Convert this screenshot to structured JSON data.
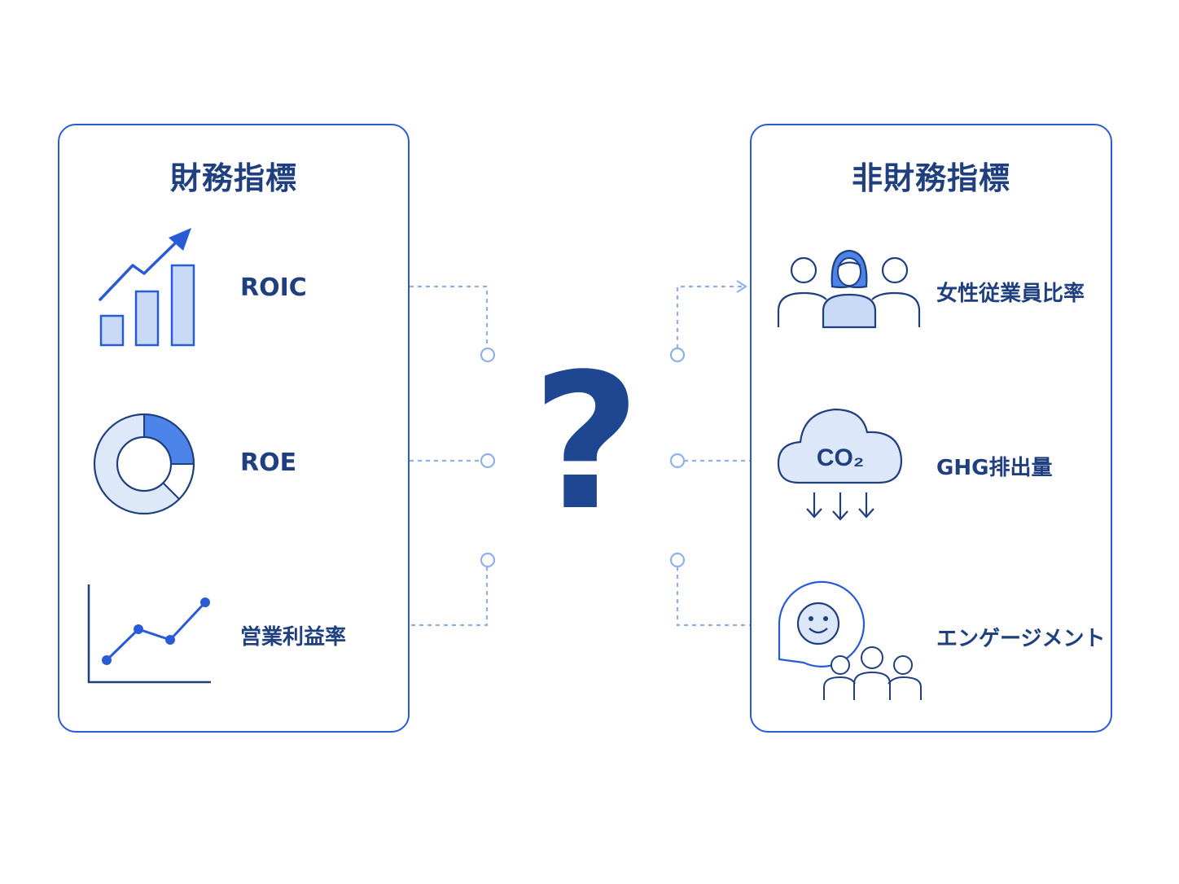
{
  "left_panel": {
    "title": "財務指標",
    "items": [
      {
        "label": "ROIC",
        "icon": "bar-growth-chart-icon"
      },
      {
        "label": "ROE",
        "icon": "donut-chart-icon"
      },
      {
        "label": "営業利益率",
        "icon": "line-chart-icon"
      }
    ]
  },
  "right_panel": {
    "title": "非財務指標",
    "items": [
      {
        "label": "女性従業員比率",
        "icon": "women-employees-icon"
      },
      {
        "label": "GHG排出量",
        "icon": "co2-cloud-icon"
      },
      {
        "label": "エンゲージメント",
        "icon": "engagement-icon"
      }
    ]
  },
  "co2_label": "CO₂",
  "center_symbol": "?",
  "colors": {
    "accent": "#2a5bd7",
    "navy": "#1f3f7e",
    "light_fill": "#c9daf6",
    "connector": "#8fb0ea"
  }
}
